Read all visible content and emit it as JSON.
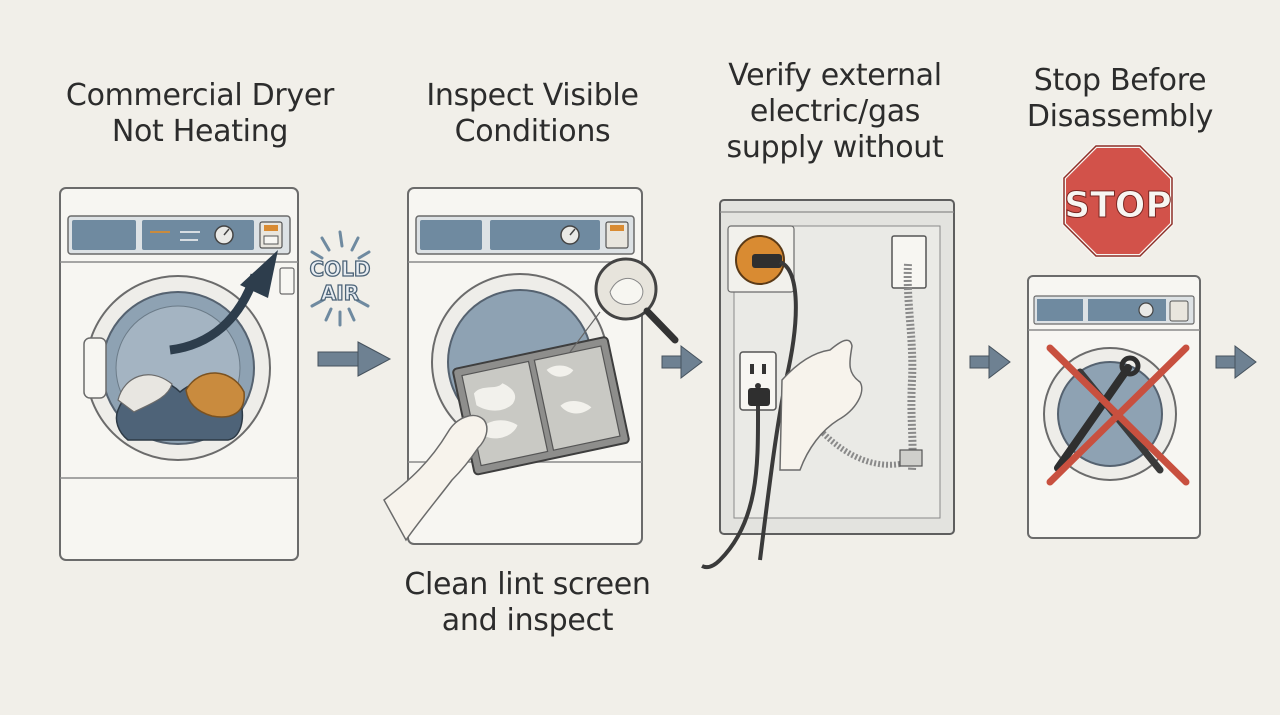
{
  "steps": [
    {
      "title_lines": [
        "Commercial Dryer",
        "Not Heating"
      ]
    },
    {
      "title_lines": [
        "Inspect Visible",
        "Conditions"
      ],
      "caption_lines": [
        "Clean lint screen",
        "and inspect"
      ]
    },
    {
      "title_lines": [
        "Verify external",
        "electric/gas",
        "supply without"
      ]
    },
    {
      "title_lines": [
        "Stop Before",
        "Disassembly"
      ]
    }
  ],
  "badges": {
    "cold_air_line1": "COLD",
    "cold_air_line2": "AIR",
    "stop_sign": "STOP"
  },
  "colors": {
    "background": "#f1efe9",
    "panel_blue": "#6f8aa0",
    "arrow_gray": "#6e8192",
    "stop_red": "#d2524a",
    "cross_red": "#c8503f",
    "laundry_orange": "#c98b3e",
    "outlet_orange": "#d98b32"
  }
}
